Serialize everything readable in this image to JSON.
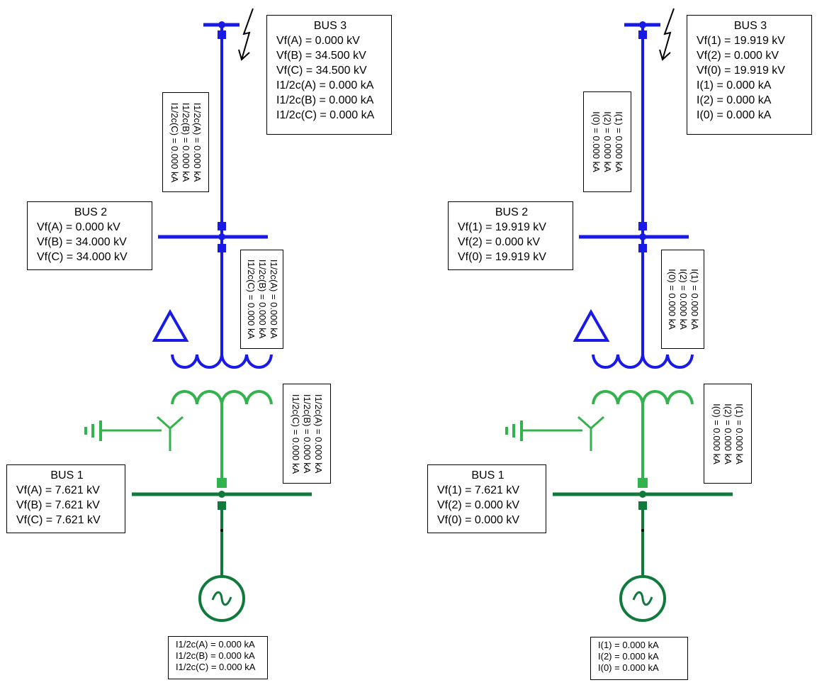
{
  "colors": {
    "hv": "#1a1ae6",
    "lv": "#33b34d",
    "gen": "#0f7a3c",
    "text": "#000000"
  },
  "icons": [
    "fault-lightning-icon",
    "delta-winding-icon",
    "wye-grounded-icon",
    "ground-icon",
    "generator-icon"
  ],
  "left_panel": {
    "bus3": {
      "title": "BUS 3",
      "lines": [
        "Vf(A) = 0.000 kV",
        "Vf(B) = 34.500 kV",
        "Vf(C) = 34.500 kV",
        "I1/2c(A) = 0.000 kA",
        "I1/2c(B) = 0.000 kA",
        "I1/2c(C) = 0.000 kA"
      ]
    },
    "bus2": {
      "title": "BUS 2",
      "lines": [
        "Vf(A) = 0.000 kV",
        "Vf(B) = 34.000 kV",
        "Vf(C) = 34.000 kV"
      ]
    },
    "bus1": {
      "title": "BUS 1",
      "lines": [
        "Vf(A) = 7.621 kV",
        "Vf(B) = 7.621 kV",
        "Vf(C) = 7.621 kV"
      ]
    },
    "line_current": [
      "I1/2c(A) = 0.000 kA",
      "I1/2c(B) = 0.000 kA",
      "I1/2c(C) = 0.000 kA"
    ],
    "xfmr_hv_current": [
      "I1/2c(A) = 0.000 kA",
      "I1/2c(B) = 0.000 kA",
      "I1/2c(C) = 0.000 kA"
    ],
    "xfmr_lv_current": [
      "I1/2c(A) = 0.000 kA",
      "I1/2c(B) = 0.000 kA",
      "I1/2c(C) = 0.000 kA"
    ],
    "gen_current": [
      "I1/2c(A) = 0.000 kA",
      "I1/2c(B) = 0.000 kA",
      "I1/2c(C) = 0.000 kA"
    ]
  },
  "right_panel": {
    "bus3": {
      "title": "BUS 3",
      "lines": [
        "Vf(1) = 19.919 kV",
        "Vf(2) = 0.000 kV",
        "Vf(0) = 19.919 kV",
        "I(1) = 0.000 kA",
        "I(2) = 0.000 kA",
        "I(0) = 0.000 kA"
      ]
    },
    "bus2": {
      "title": "BUS 2",
      "lines": [
        "Vf(1) = 19.919 kV",
        "Vf(2) = 0.000 kV",
        "Vf(0) = 19.919 kV"
      ]
    },
    "bus1": {
      "title": "BUS 1",
      "lines": [
        "Vf(1) = 7.621 kV",
        "Vf(2) = 0.000 kV",
        "Vf(0) = 0.000 kV"
      ]
    },
    "line_current": [
      "I(1) = 0.000 kA",
      "I(2) = 0.000 kA",
      "I(0) = 0.000 kA"
    ],
    "xfmr_hv_current": [
      "I(1) = 0.000 kA",
      "I(2) = 0.000 kA",
      "I(0) = 0.000 kA"
    ],
    "xfmr_lv_current": [
      "I(1) = 0.000 kA",
      "I(2) = 0.000 kA",
      "I(0) = 0.000 kA"
    ],
    "gen_current": [
      "I(1) = 0.000 kA",
      "I(2) = 0.000 kA",
      "I(0) = 0.000 kA"
    ]
  }
}
